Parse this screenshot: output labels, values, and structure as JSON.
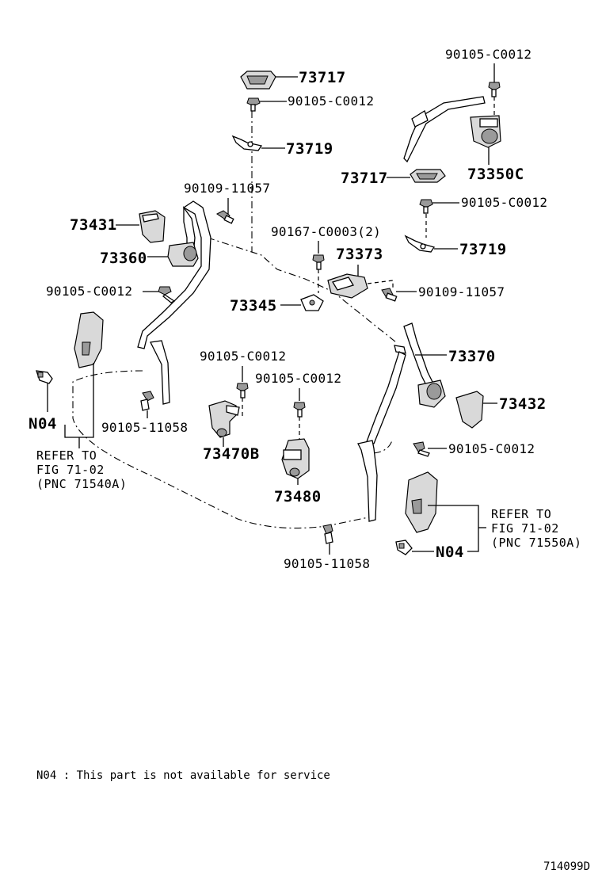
{
  "labels": {
    "p73717_top": "73717",
    "p90105_top_left": "90105-C0012",
    "p73719_top": "73719",
    "p90105_top_right": "90105-C0012",
    "p73350c": "73350C",
    "p73717_right": "73717",
    "p90105_right_a": "90105-C0012",
    "p90109_left": "90109-11057",
    "p73431": "73431",
    "p90167": "90167-C0003(2)",
    "p73373": "73373",
    "p73719_right": "73719",
    "p73360": "73360",
    "p90105_left_mid": "90105-C0012",
    "p90109_right": "90109-11057",
    "p73345": "73345",
    "p73370": "73370",
    "p90105_buckle_a": "90105-C0012",
    "p90105_buckle_b": "90105-C0012",
    "p73432": "73432",
    "n04_left": "N04",
    "p90105_11058_left": "90105-11058",
    "p90105_right_b": "90105-C0012",
    "p73470b": "73470B",
    "p73480": "73480",
    "n04_right": "N04",
    "p90105_11058_bottom": "90105-11058"
  },
  "refer_left": [
    "REFER TO",
    "FIG 71-02",
    "(PNC 71540A)"
  ],
  "refer_right": [
    "REFER TO",
    "FIG 71-02",
    "(PNC 71550A)"
  ],
  "footnote": "N04 : This part is not available for service",
  "figure_id": "714099D"
}
